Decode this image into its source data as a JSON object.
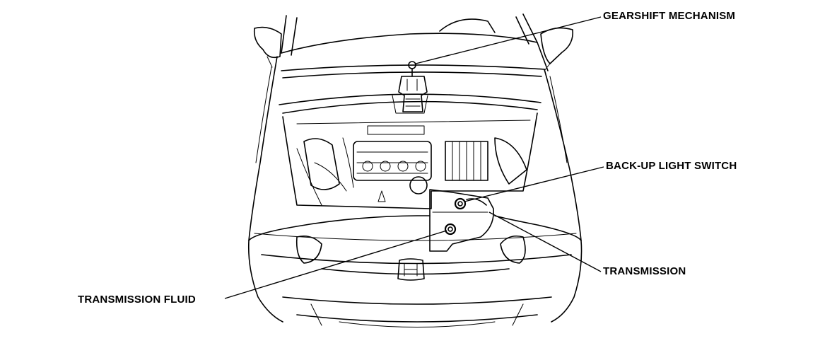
{
  "labels": {
    "gearshift_mechanism": "GEARSHIFT MECHANISM",
    "backup_light_switch": "BACK-UP LIGHT SWITCH",
    "transmission": "TRANSMISSION",
    "transmission_fluid": "TRANSMISSION FLUID"
  },
  "icons": {
    "vehicle": "car-front-engine-bay-line-drawing",
    "emblem": "h-logo"
  },
  "colors": {
    "ink": "#000000",
    "background": "#ffffff"
  }
}
